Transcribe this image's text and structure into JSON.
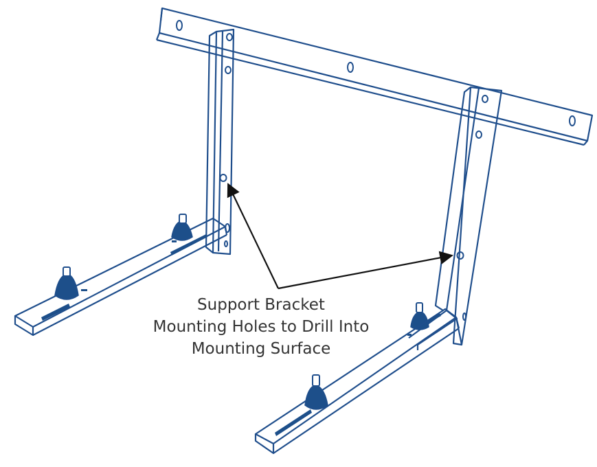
{
  "callout": {
    "line1": "Support Bracket",
    "line2": "Mounting Holes to Drill Into",
    "line3": "Mounting Surface"
  },
  "colors": {
    "line": "#1f4e8c",
    "fill": "#1d4f8a",
    "text": "#333333",
    "arrow": "#111111"
  }
}
